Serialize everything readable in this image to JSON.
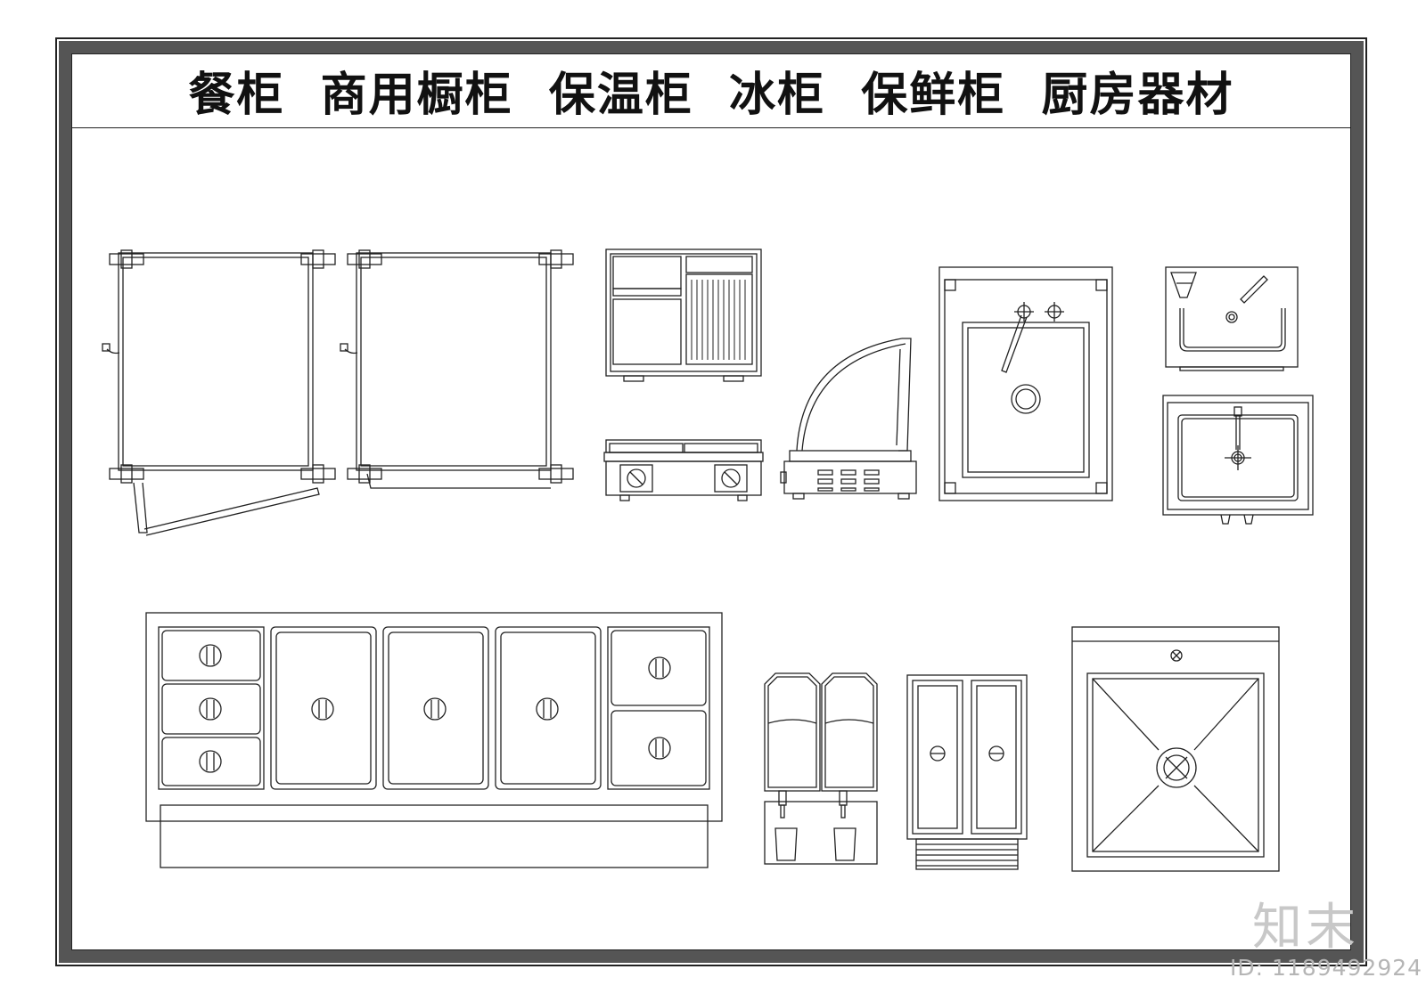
{
  "title": "餐柜  商用橱柜  保温柜  冰柜  保鲜柜  厨房器材",
  "watermark": {
    "brand": "知末",
    "id_text": "ID: 1189492924"
  },
  "colors": {
    "line": "#222222",
    "frame_band": "#555555",
    "watermark": "#c8c8c8"
  },
  "drawings": [
    "double-door-cabinet-open-plan",
    "double-door-cabinet-plan",
    "griddle-top-view",
    "double-contact-grill-front",
    "heated-display-case-side",
    "single-sink-top-view",
    "hand-wash-basin-top",
    "hand-wash-basin-front",
    "bain-marie-counter-top-view",
    "juice-dispenser-front",
    "double-fryer-top-view",
    "square-sink-top-view"
  ]
}
